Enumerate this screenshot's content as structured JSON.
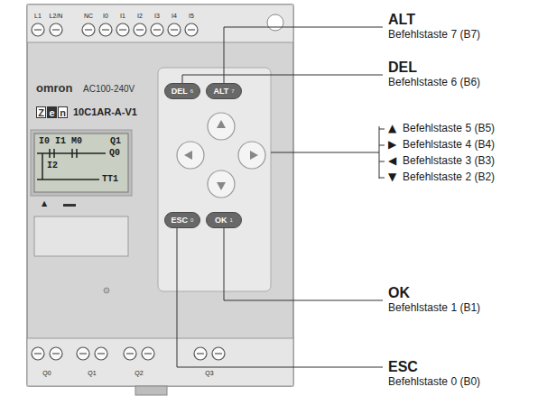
{
  "diagram": {
    "nodes": [
      {
        "text": [
          "DEL",
          "6"
        ]
      },
      {
        "text": [
          "ALT",
          "7"
        ]
      },
      {
        "text": [
          "I0 I1 M0",
          "Q1",
          "Q0",
          "I2",
          "TT1"
        ]
      },
      {
        "text": [
          "ESC",
          "0"
        ]
      },
      {
        "text": [
          "OK",
          "1"
        ]
      }
    ],
    "labels": [
      "L1",
      "L2/N",
      "NC",
      "I0",
      "I1",
      "I2",
      "I3",
      "I4",
      "I5",
      "omron",
      "AC100-240V",
      "Z",
      "e",
      "n",
      "10C1AR-A-V1",
      "▲",
      "Q0",
      "Q1",
      "Q2",
      "Q3",
      "ALT",
      "Befehlstaste 7 (B7)",
      "DEL",
      "Befehlstaste 6 (B6)",
      "▲",
      "Befehlstaste 5 (B5)",
      "▶",
      "Befehlstaste 4 (B4)",
      "◀",
      "Befehlstaste 3 (B3)",
      "▼",
      "Befehlstaste 2 (B2)",
      "OK",
      "Befehlstaste 1 (B1)",
      "ESC",
      "Befehlstaste 0 (B0)"
    ]
  }
}
